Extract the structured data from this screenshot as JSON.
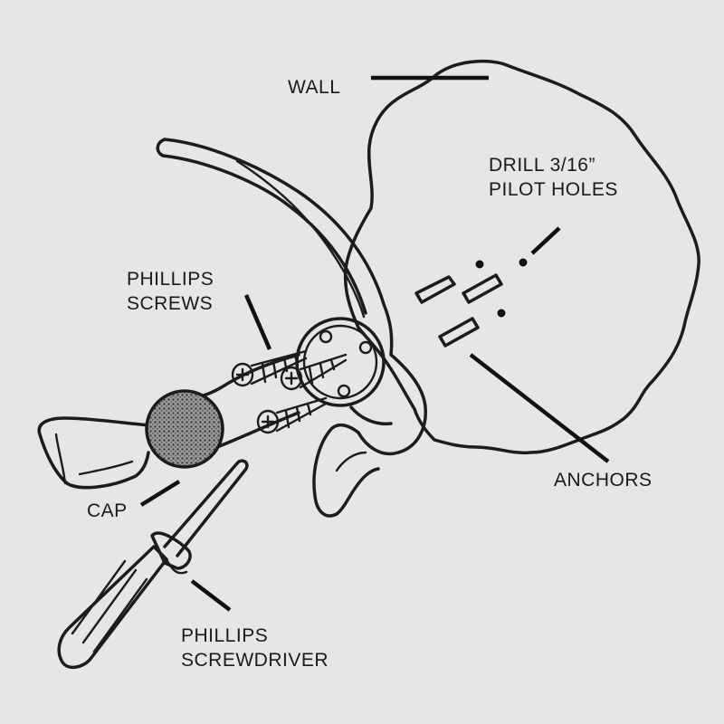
{
  "labels": {
    "wall": "WALL",
    "drill_line1": "DRILL 3/16”",
    "drill_line2": "PILOT HOLES",
    "screws_line1": "PHILLIPS",
    "screws_line2": "SCREWS",
    "anchors": "ANCHORS",
    "cap": "CAP",
    "screwdriver_line1": "PHILLIPS",
    "screwdriver_line2": "SCREWDRIVER"
  },
  "colors": {
    "paper": "#e6e6e6",
    "ink": "#1c1c1c",
    "cap_fill": "#7a7a7a"
  }
}
